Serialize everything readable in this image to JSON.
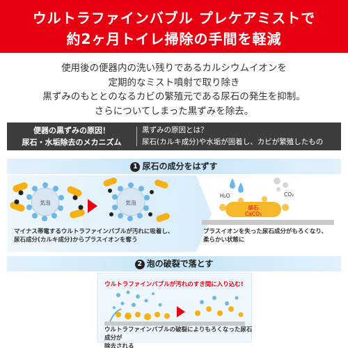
{
  "hero": {
    "line1": "ウルトラファインバブル プレケアミストで",
    "line2": "約2ヶ月トイレ掃除の手間を軽減"
  },
  "intro": {
    "lines": [
      "使用後の便器内の洗い残りであるカルシウムイオンを",
      "定期的なミスト噴射で取り除き",
      "黒ずみのもととのなるカビの繁殖元である尿石の発生を抑制。",
      "さらについてしまった黒ずみを除去。"
    ]
  },
  "mechanism": {
    "left_line1": "便器の黒ずみの原因！",
    "left_line2": "尿石・水垢除去のメカニズム",
    "right_line1": "黒ずみの原因とは？",
    "right_line2": "尿石(カルキ成分)や水垢が固着し、カビが繁殖したもの"
  },
  "step1": {
    "num": "1",
    "title": "尿石の成分をはずす",
    "bubble_label": "気泡",
    "caption_line1": "マイナス帯電するウルトラファインバブルが汚れに吸着し、",
    "caption_line2": "尿石成分(カルキ成分)からプラスイオンを奪う",
    "h2o": "H₂O",
    "co2": "CO₂",
    "stone_label": "尿石",
    "caco3": "CaCO₃",
    "right_caption_line1": "プラスイオンを失った尿石成分がもろくなり、",
    "right_caption_line2": "柔らかい状態に"
  },
  "step2": {
    "num": "2",
    "title": "泡の破裂で落とす",
    "note": "ウルトラファインバブルが汚れのすき間に入り込む!",
    "caption_line1": "ウルトラファインバブルの破裂によりもろくなった尿石成分が",
    "caption_line2": "除去される"
  },
  "colors": {
    "hero_red": "#e60012",
    "dark_band": "#3d3d3d",
    "bubble_blue": "#6fb6e6",
    "stone_yellow": "#f5b014"
  }
}
